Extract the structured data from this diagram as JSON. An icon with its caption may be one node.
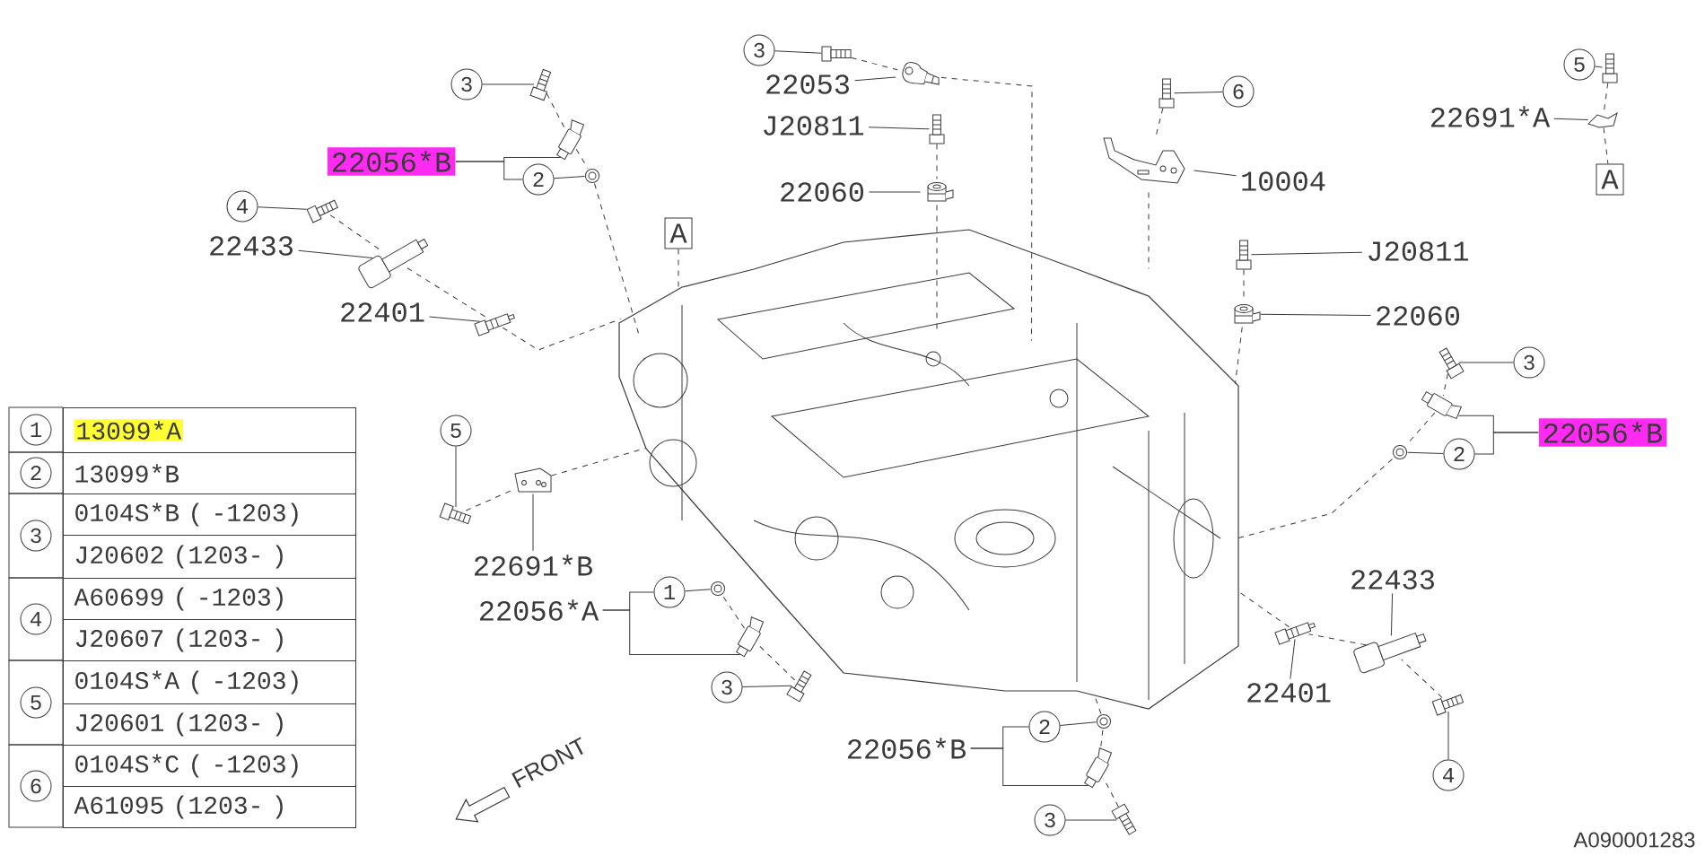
{
  "diagram": {
    "nodes": [
      {
        "text": [
          "3"
        ]
      },
      {
        "text": [],
        "shape": "picture"
      },
      {
        "text": [
          "22056*B"
        ]
      },
      {
        "text": [],
        "shape": "picture"
      },
      {
        "text": [
          "2"
        ]
      },
      {
        "text": [],
        "shape": "picture"
      },
      {
        "text": [
          "4"
        ]
      },
      {
        "text": [],
        "shape": "picture"
      },
      {
        "text": [
          "22433"
        ]
      },
      {
        "text": [],
        "shape": "picture"
      },
      {
        "text": [
          "22401"
        ]
      },
      {
        "text": [],
        "shape": "picture"
      },
      {
        "text": [
          "A"
        ]
      },
      {
        "text": [
          "3"
        ]
      },
      {
        "text": [],
        "shape": "picture"
      },
      {
        "text": [
          "22053"
        ]
      },
      {
        "text": [],
        "shape": "picture"
      },
      {
        "text": [
          "J20811"
        ]
      },
      {
        "text": [],
        "shape": "picture"
      },
      {
        "text": [
          "22060"
        ]
      },
      {
        "text": [],
        "shape": "picture"
      },
      {
        "text": [
          "6"
        ]
      },
      {
        "text": [],
        "shape": "picture"
      },
      {
        "text": [
          "10004"
        ]
      },
      {
        "text": [],
        "shape": "picture"
      },
      {
        "text": [
          "J20811"
        ]
      },
      {
        "text": [],
        "shape": "picture"
      },
      {
        "text": [
          "22060"
        ]
      },
      {
        "text": [],
        "shape": "picture"
      },
      {
        "text": [
          "5"
        ]
      },
      {
        "text": [],
        "shape": "picture"
      },
      {
        "text": [
          "22691*A"
        ]
      },
      {
        "text": [],
        "shape": "picture"
      },
      {
        "text": [
          "A"
        ]
      },
      {
        "text": [
          "3"
        ]
      },
      {
        "text": [],
        "shape": "picture"
      },
      {
        "text": [
          "22056*B"
        ]
      },
      {
        "text": [],
        "shape": "picture"
      },
      {
        "text": [
          "2"
        ]
      },
      {
        "text": [],
        "shape": "picture"
      },
      {
        "text": [
          "5"
        ]
      },
      {
        "text": [],
        "shape": "picture"
      },
      {
        "text": [
          "22691*B"
        ]
      },
      {
        "text": [],
        "shape": "picture"
      },
      {
        "text": [
          "22056*A"
        ]
      },
      {
        "text": [
          "1"
        ]
      },
      {
        "text": [],
        "shape": "picture"
      },
      {
        "text": [],
        "shape": "picture"
      },
      {
        "text": [
          "3"
        ]
      },
      {
        "text": [],
        "shape": "picture"
      },
      {
        "text": [
          "22433"
        ]
      },
      {
        "text": [],
        "shape": "picture"
      },
      {
        "text": [
          "22401"
        ]
      },
      {
        "text": [],
        "shape": "picture"
      },
      {
        "text": [
          "4"
        ]
      },
      {
        "text": [],
        "shape": "picture"
      },
      {
        "text": [
          "22056*B"
        ]
      },
      {
        "text": [
          "2"
        ]
      },
      {
        "text": [],
        "shape": "picture"
      },
      {
        "text": [],
        "shape": "picture"
      },
      {
        "text": [
          "3"
        ]
      },
      {
        "text": [],
        "shape": "picture"
      },
      {
        "text": [],
        "shape": "picture"
      }
    ],
    "edges": [
      {
        "from": 0,
        "to": 1,
        "arrow": "none"
      },
      {
        "from": 2,
        "to": 3,
        "arrow": "none"
      },
      {
        "from": 2,
        "to": 4,
        "arrow": "none"
      },
      {
        "from": 4,
        "to": 5,
        "arrow": "none"
      },
      {
        "from": 6,
        "to": 7,
        "arrow": "none"
      },
      {
        "from": 8,
        "to": 9,
        "arrow": "none"
      },
      {
        "from": 10,
        "to": 11,
        "arrow": "none"
      },
      {
        "from": 12,
        "to": 62,
        "arrow": "none",
        "style": "dashed"
      },
      {
        "from": 13,
        "to": 14,
        "arrow": "none"
      },
      {
        "from": 15,
        "to": 16,
        "arrow": "none"
      },
      {
        "from": 17,
        "to": 18,
        "arrow": "none"
      },
      {
        "from": 19,
        "to": 20,
        "arrow": "none"
      },
      {
        "from": 21,
        "to": 22,
        "arrow": "none"
      },
      {
        "from": 23,
        "to": 24,
        "arrow": "none"
      },
      {
        "from": 25,
        "to": 26,
        "arrow": "none"
      },
      {
        "from": 27,
        "to": 28,
        "arrow": "none"
      },
      {
        "from": 29,
        "to": 30,
        "arrow": "none"
      },
      {
        "from": 31,
        "to": 32,
        "arrow": "none"
      },
      {
        "from": 32,
        "to": 33,
        "arrow": "none",
        "style": "dashed"
      },
      {
        "from": 34,
        "to": 35,
        "arrow": "none"
      },
      {
        "from": 36,
        "to": 37,
        "arrow": "none"
      },
      {
        "from": 36,
        "to": 38,
        "arrow": "none"
      },
      {
        "from": 38,
        "to": 39,
        "arrow": "none"
      },
      {
        "from": 40,
        "to": 41,
        "arrow": "none"
      },
      {
        "from": 42,
        "to": 43,
        "arrow": "none"
      },
      {
        "from": 44,
        "to": 45,
        "arrow": "none"
      },
      {
        "from": 44,
        "to": 47,
        "arrow": "none"
      },
      {
        "from": 45,
        "to": 46,
        "arrow": "none"
      },
      {
        "from": 48,
        "to": 49,
        "arrow": "none"
      },
      {
        "from": 50,
        "to": 51,
        "arrow": "none"
      },
      {
        "from": 52,
        "to": 53,
        "arrow": "none"
      },
      {
        "from": 54,
        "to": 55,
        "arrow": "none"
      },
      {
        "from": 56,
        "to": 57,
        "arrow": "none"
      },
      {
        "from": 56,
        "to": 59,
        "arrow": "none"
      },
      {
        "from": 57,
        "to": 58,
        "arrow": "none"
      },
      {
        "from": 60,
        "to": 61,
        "arrow": "none"
      },
      {
        "from": 5,
        "to": 62,
        "arrow": "none",
        "style": "dashed"
      },
      {
        "from": 11,
        "to": 62,
        "arrow": "none",
        "style": "dashed"
      },
      {
        "from": 20,
        "to": 62,
        "arrow": "none",
        "style": "dashed"
      },
      {
        "from": 22,
        "to": 24,
        "arrow": "none",
        "style": "dashed"
      },
      {
        "from": 24,
        "to": 62,
        "arrow": "none",
        "style": "dashed"
      },
      {
        "from": 28,
        "to": 62,
        "arrow": "none",
        "style": "dashed"
      },
      {
        "from": 35,
        "to": 37,
        "arrow": "none",
        "style": "dashed"
      },
      {
        "from": 37,
        "to": 39,
        "arrow": "none",
        "style": "dashed"
      },
      {
        "from": 39,
        "to": 62,
        "arrow": "none",
        "style": "dashed"
      },
      {
        "from": 41,
        "to": 43,
        "arrow": "none",
        "style": "dashed"
      },
      {
        "from": 43,
        "to": 62,
        "arrow": "none",
        "style": "dashed"
      },
      {
        "from": 49,
        "to": 47,
        "arrow": "none",
        "style": "dashed"
      },
      {
        "from": 47,
        "to": 46,
        "arrow": "none",
        "style": "dashed"
      },
      {
        "from": 61,
        "to": 59,
        "arrow": "none",
        "style": "dashed"
      },
      {
        "from": 59,
        "to": 58,
        "arrow": "none",
        "style": "dashed"
      },
      {
        "from": 58,
        "to": 62,
        "arrow": "none",
        "style": "dashed"
      },
      {
        "from": 55,
        "to": 51,
        "arrow": "none",
        "style": "dashed"
      },
      {
        "from": 51,
        "to": 53,
        "arrow": "none",
        "style": "dashed"
      },
      {
        "from": 53,
        "to": 62,
        "arrow": "none",
        "style": "dashed"
      },
      {
        "from": 7,
        "to": 9,
        "arrow": "none",
        "style": "dashed"
      },
      {
        "from": 9,
        "to": 11,
        "arrow": "none",
        "style": "dashed"
      },
      {
        "from": 14,
        "to": 16,
        "arrow": "none",
        "style": "dashed"
      },
      {
        "from": 16,
        "to": 62,
        "arrow": "none",
        "style": "dashed"
      },
      {
        "from": 1,
        "to": 3,
        "arrow": "none",
        "style": "dashed"
      },
      {
        "from": 3,
        "to": 5,
        "arrow": "none",
        "style": "dashed"
      },
      {
        "from": 26,
        "to": 28,
        "arrow": "none",
        "style": "dashed"
      },
      {
        "from": 18,
        "to": 20,
        "arrow": "none",
        "style": "dashed"
      },
      {
        "from": 30,
        "to": 32,
        "arrow": "none",
        "style": "dashed"
      }
    ],
    "labels": [
      "1",
      "13099*A",
      "2",
      "13099*B",
      "3",
      "0104S*B ( -1203)",
      "J20602 (1203- )",
      "4",
      "A60699 ( -1203)",
      "J20607 (1203- )",
      "5",
      "0104S*A ( -1203)",
      "J20601 (1203- )",
      "6",
      "0104S*C ( -1203)",
      "A61095 (1203- )",
      "FRONT",
      "A090001283"
    ]
  }
}
